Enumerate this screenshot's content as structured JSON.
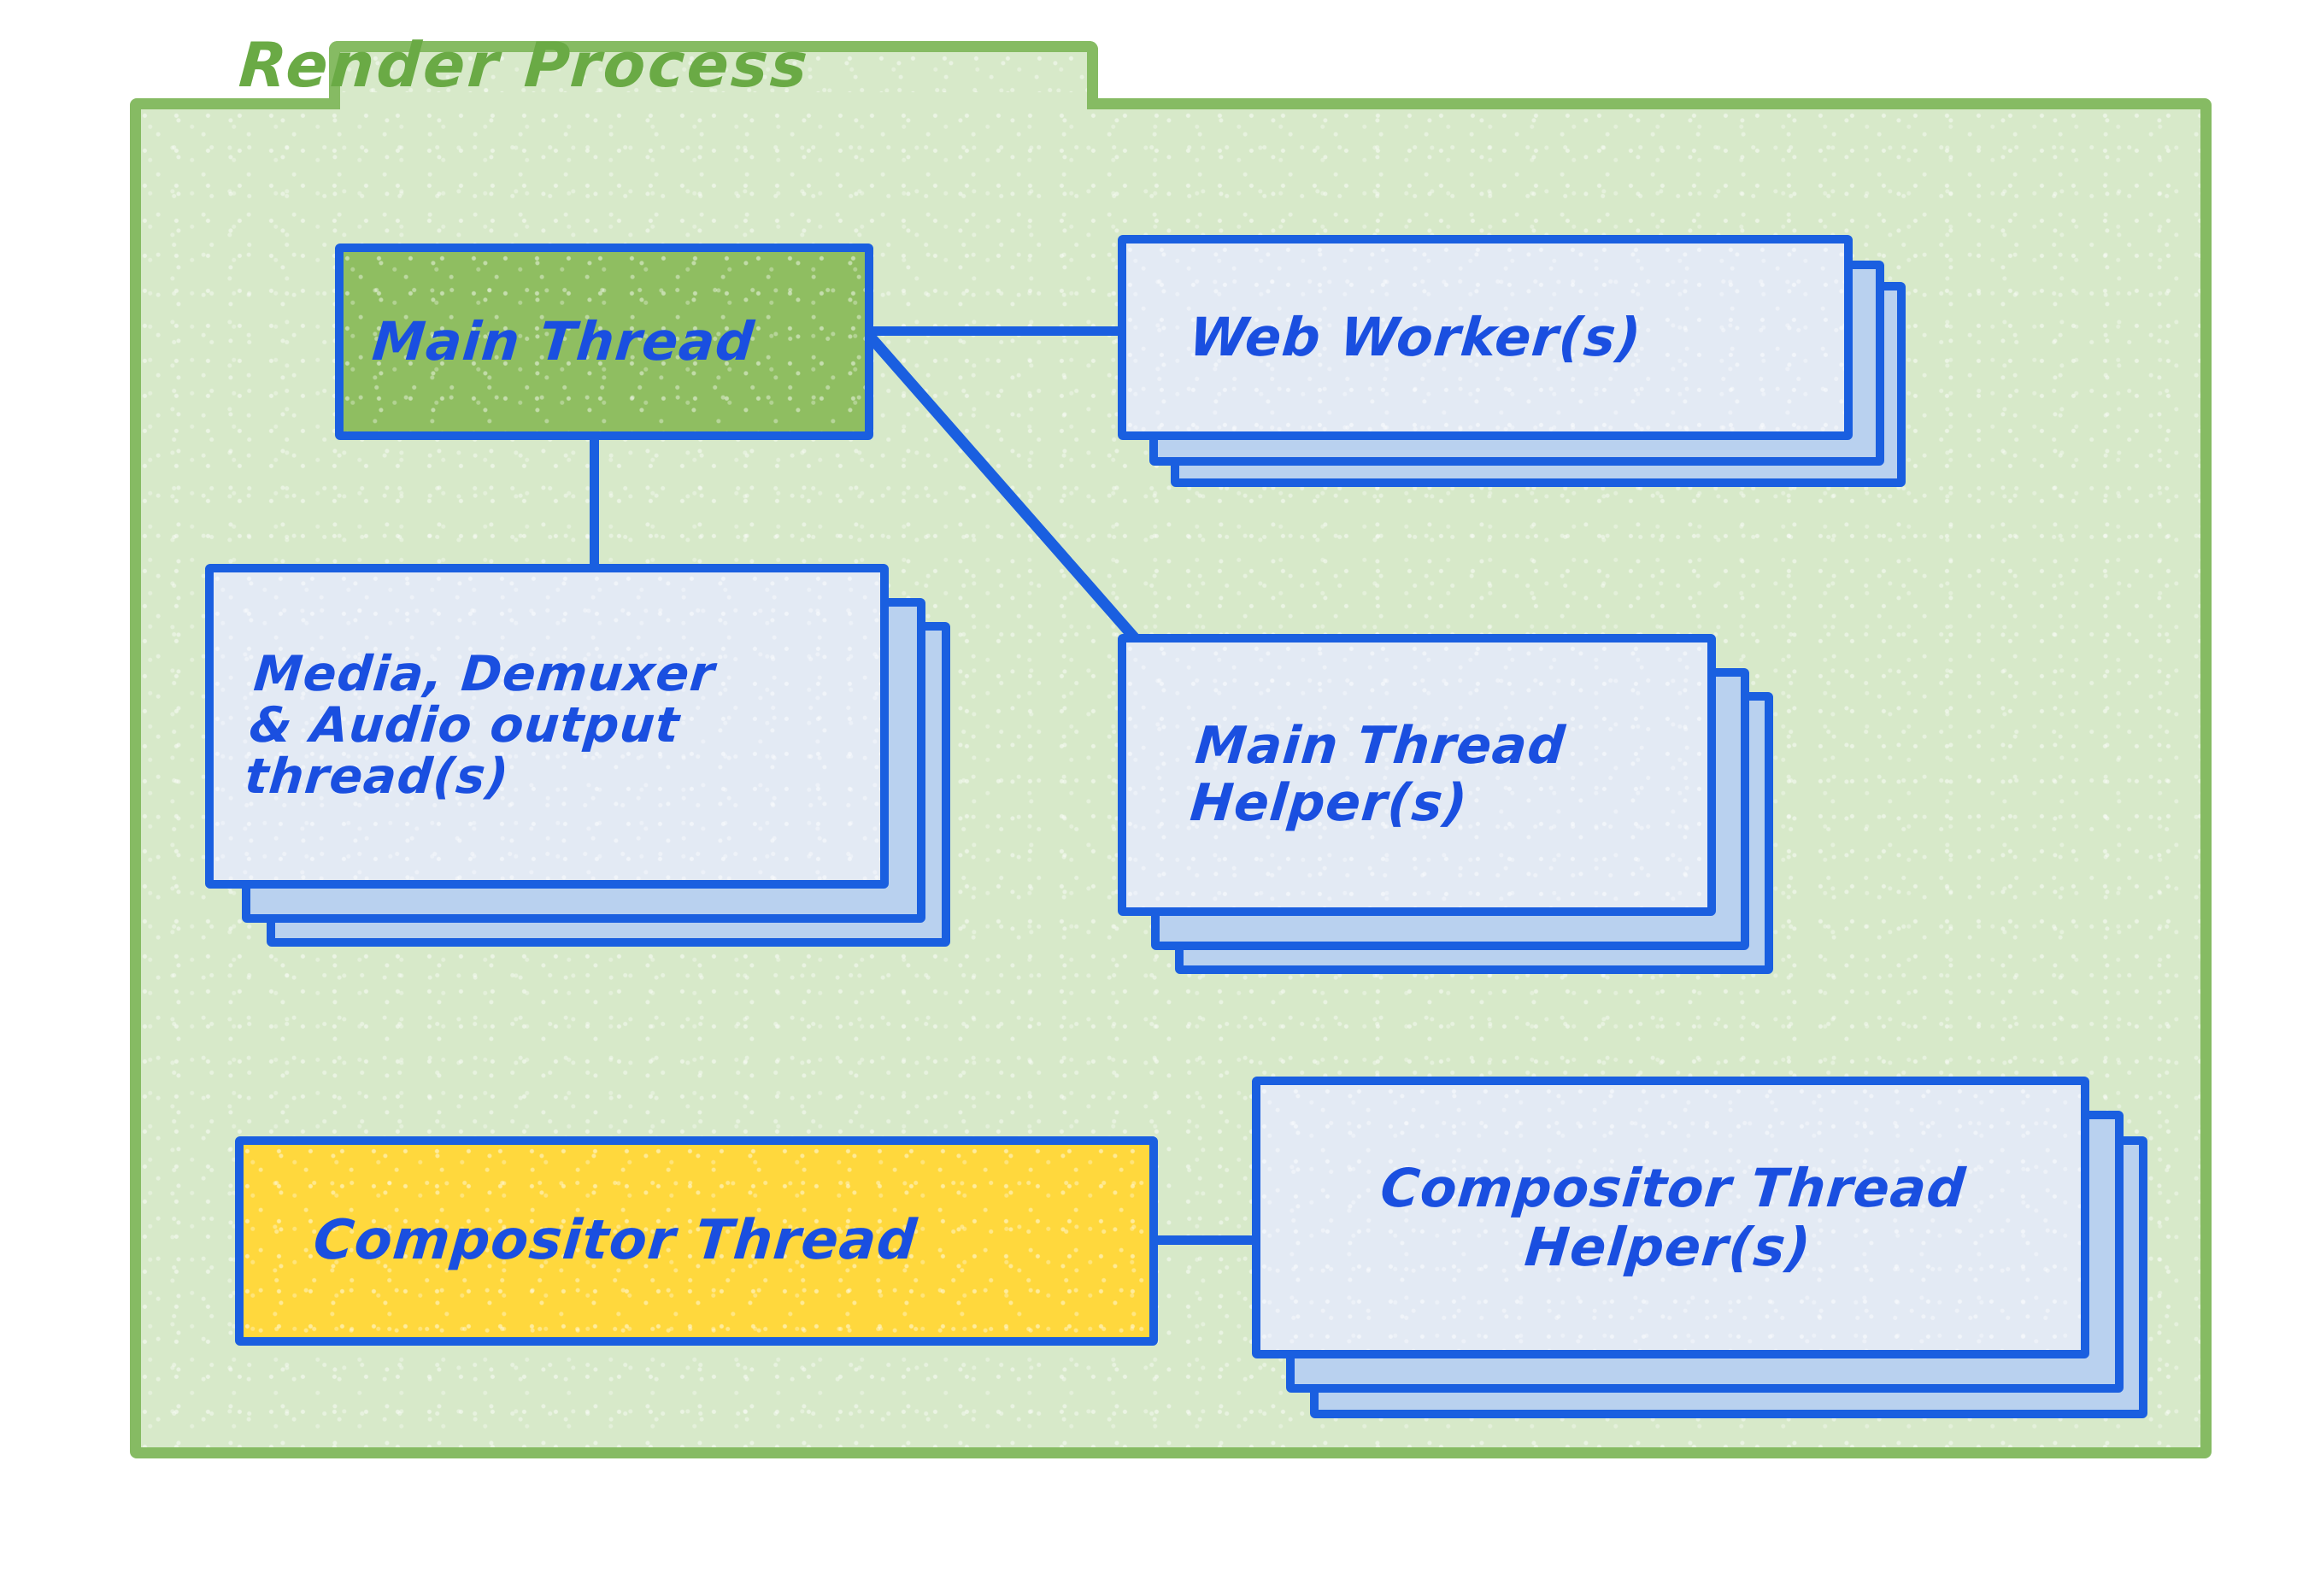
{
  "diagram": {
    "title": "Render Process",
    "type": "thread-architecture-diagram",
    "colors": {
      "frame_border": "#86bb63",
      "frame_fill": "#d7e9c9",
      "title_text": "#6aaa45",
      "node_border": "#1a5fe0",
      "node_text": "#1a4fe0",
      "card_front_fill": "#e3eaf4",
      "card_back_fill": "#b9d1ef",
      "main_thread_fill": "#8fbe61",
      "compositor_thread_fill": "#ffd83d"
    },
    "nodes": [
      {
        "id": "main-thread",
        "label": "Main Thread",
        "stacked": false,
        "fill": "green",
        "align": "left"
      },
      {
        "id": "web-workers",
        "label": "Web Worker(s)",
        "stacked": true,
        "stack_count": 3,
        "fill": "light",
        "align": "left"
      },
      {
        "id": "media-demuxer-audio-output-threads",
        "label": "Media, Demuxer\n& Audio output\n        thread(s)",
        "stacked": true,
        "stack_count": 3,
        "fill": "light",
        "align": "left"
      },
      {
        "id": "main-thread-helpers",
        "label": "Main Thread\n  Helper(s)",
        "stacked": true,
        "stack_count": 3,
        "fill": "light",
        "align": "left"
      },
      {
        "id": "compositor-thread",
        "label": "Compositor Thread",
        "stacked": false,
        "fill": "yellow",
        "align": "left"
      },
      {
        "id": "compositor-thread-helpers",
        "label": "Compositor Thread\nHelper(s)",
        "stacked": true,
        "stack_count": 3,
        "fill": "light",
        "align": "center"
      }
    ],
    "connections": [
      {
        "from": "main-thread",
        "to": "web-workers",
        "style": "horizontal"
      },
      {
        "from": "main-thread",
        "to": "main-thread-helpers",
        "style": "diagonal"
      },
      {
        "from": "main-thread",
        "to": "media-demuxer-audio-output-threads",
        "style": "vertical"
      },
      {
        "from": "compositor-thread",
        "to": "compositor-thread-helpers",
        "style": "horizontal"
      }
    ]
  }
}
